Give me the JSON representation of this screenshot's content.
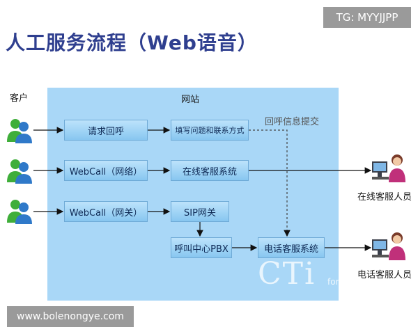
{
  "title": "人工服务流程（Web语音）",
  "badges": {
    "top_right": "TG: MYYJJPP",
    "bottom_left": "www.bolenongye.com"
  },
  "labels": {
    "customer": "客户",
    "website": "网站",
    "callback_feedback": "回呼信息提交",
    "online_agent": "在线客服人员",
    "phone_agent": "电话客服人员"
  },
  "boxes": {
    "callback_request": "请求回呼",
    "fill_info": "填写问题和联系方式",
    "webcall_network": "WebCall（网络）",
    "online_service": "在线客服系统",
    "webcall_gateway": "WebCall（网关）",
    "sip_gateway": "SIP网关",
    "call_center_pbx": "呼叫中心PBX",
    "phone_service": "电话客服系统"
  },
  "watermark": {
    "main": "CTi",
    "sub": "forum.com"
  },
  "colors": {
    "title": "#2f3f8f",
    "website_area": "#a9d7f7",
    "box_fill": "#9fd4f6",
    "arrow": "#111111"
  },
  "icons": [
    "customer-icon",
    "online-agent-icon",
    "phone-agent-icon"
  ]
}
